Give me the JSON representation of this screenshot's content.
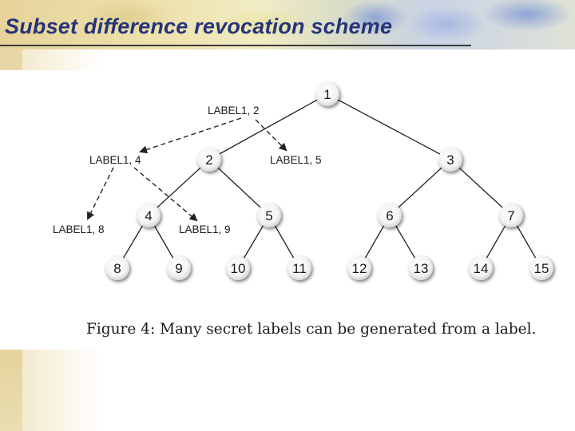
{
  "slide": {
    "title": "Subset difference revocation scheme"
  },
  "figure": {
    "caption": "Figure 4: Many secret labels can be generated from a label.",
    "nodes": [
      "1",
      "2",
      "3",
      "4",
      "5",
      "6",
      "7",
      "8",
      "9",
      "10",
      "11",
      "12",
      "13",
      "14",
      "15"
    ],
    "edges": [
      [
        1,
        2
      ],
      [
        1,
        3
      ],
      [
        2,
        4
      ],
      [
        2,
        5
      ],
      [
        3,
        6
      ],
      [
        3,
        7
      ],
      [
        4,
        8
      ],
      [
        4,
        9
      ],
      [
        5,
        10
      ],
      [
        5,
        11
      ],
      [
        6,
        12
      ],
      [
        6,
        13
      ],
      [
        7,
        14
      ],
      [
        7,
        15
      ]
    ],
    "labels": [
      "LABEL1, 2",
      "LABEL1, 4",
      "LABEL1, 5",
      "LABEL1, 8",
      "LABEL1, 9"
    ],
    "derivations": [
      {
        "from": "LABEL1, 2",
        "to": "LABEL1, 4"
      },
      {
        "from": "LABEL1, 2",
        "to": "LABEL1, 5"
      },
      {
        "from": "LABEL1, 4",
        "to": "LABEL1, 8"
      },
      {
        "from": "LABEL1, 4",
        "to": "LABEL1, 9"
      }
    ]
  }
}
